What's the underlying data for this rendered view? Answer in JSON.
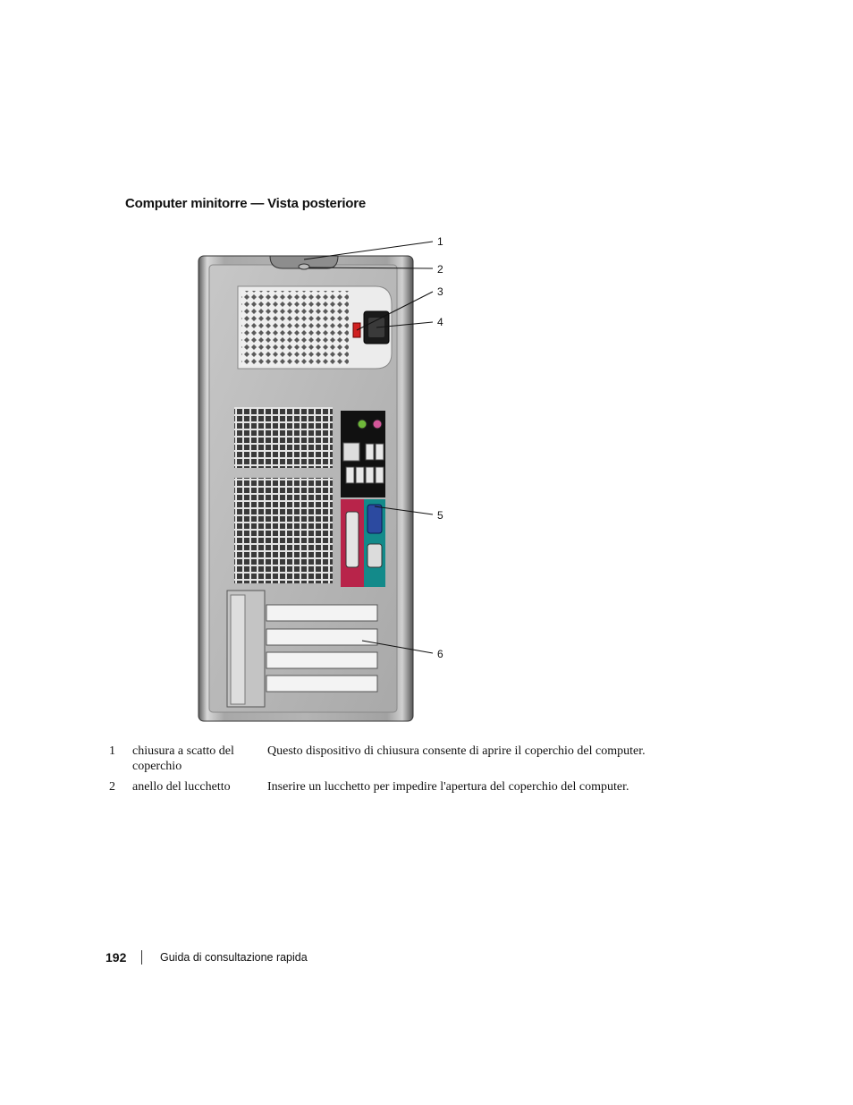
{
  "section": {
    "title": "Computer minitorre — Vista posteriore"
  },
  "figure": {
    "callouts": [
      "1",
      "2",
      "3",
      "4",
      "5",
      "6"
    ]
  },
  "legend": {
    "rows": [
      {
        "num": "1",
        "name": "chiusura a scatto del coperchio",
        "desc": "Questo dispositivo di chiusura consente di aprire il coperchio del computer."
      },
      {
        "num": "2",
        "name": "anello del lucchetto",
        "desc": "Inserire un lucchetto per impedire l'apertura del coperchio del computer."
      }
    ]
  },
  "footer": {
    "page_number": "192",
    "separator": "|",
    "title": "Guida di consultazione rapida"
  }
}
